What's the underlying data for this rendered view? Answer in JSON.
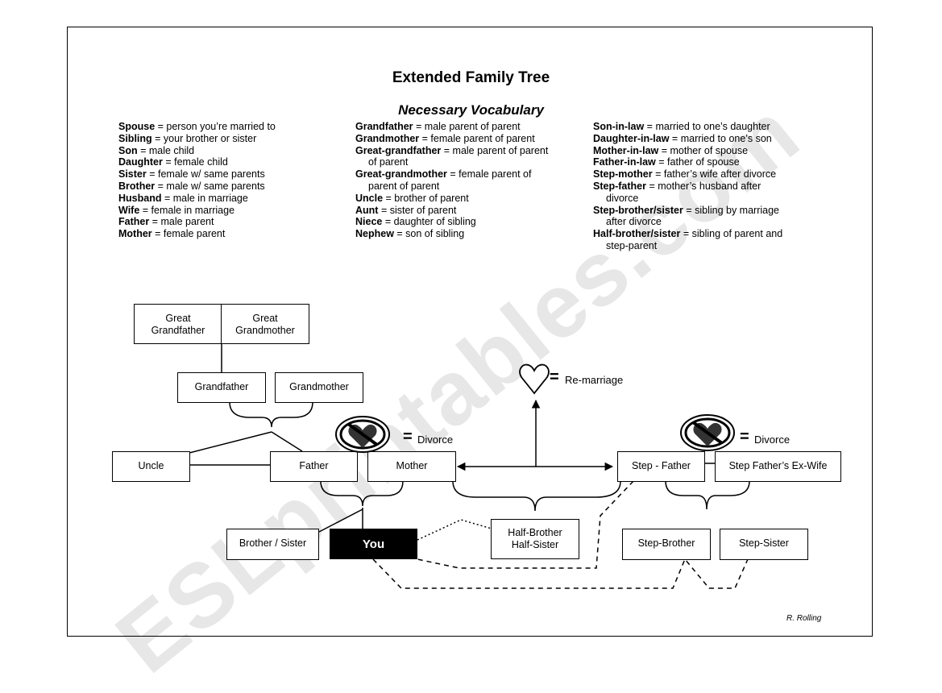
{
  "title": "Extended Family Tree",
  "subtitle": "Necessary Vocabulary",
  "vocab": {
    "col1": [
      {
        "term": "Spouse",
        "def": " = person you’re married to"
      },
      {
        "term": "Sibling",
        "def": " = your brother or sister"
      },
      {
        "term": "Son",
        "def": " = male child"
      },
      {
        "term": "Daughter",
        "def": " = female child"
      },
      {
        "term": "Sister",
        "def": " = female w/ same parents"
      },
      {
        "term": "Brother",
        "def": " = male w/ same parents"
      },
      {
        "term": "Husband",
        "def": " = male in marriage"
      },
      {
        "term": "Wife",
        "def": " = female in marriage"
      },
      {
        "term": "Father",
        "def": " = male parent"
      },
      {
        "term": "Mother",
        "def": " = female parent"
      }
    ],
    "col2": [
      {
        "term": "Grandfather",
        "def": " = male parent of parent",
        "cont": ""
      },
      {
        "term": "Grandmother",
        "def": " = female parent of parent",
        "cont": ""
      },
      {
        "term": "Great-grandfather",
        "def": " = male parent of parent",
        "cont": "of parent"
      },
      {
        "term": "Great-grandmother",
        "def": " = female parent of",
        "cont": "parent of parent"
      },
      {
        "term": "Uncle",
        "def": " = brother of parent",
        "cont": ""
      },
      {
        "term": "Aunt",
        "def": " = sister of parent",
        "cont": ""
      },
      {
        "term": "Niece",
        "def": " = daughter of sibling",
        "cont": ""
      },
      {
        "term": "Nephew",
        "def": " = son of sibling",
        "cont": ""
      }
    ],
    "col3": [
      {
        "term": "Son-in-law",
        "def": " = married to one’s daughter",
        "cont": ""
      },
      {
        "term": "Daughter-in-law",
        "def": " = married to one’s son",
        "cont": ""
      },
      {
        "term": "Mother-in-law",
        "def": " = mother of spouse",
        "cont": ""
      },
      {
        "term": "Father-in-law",
        "def": " = father of spouse",
        "cont": ""
      },
      {
        "term": "Step-mother",
        "def": " = father’s wife after divorce",
        "cont": ""
      },
      {
        "term": "Step-father",
        "def": " = mother’s husband after",
        "cont": "divorce"
      },
      {
        "term": "Step-brother/sister",
        "def": " = sibling by marriage",
        "cont": "after divorce"
      },
      {
        "term": "Half-brother/sister",
        "def": " = sibling of parent and",
        "cont": "step-parent"
      }
    ]
  },
  "tree": {
    "great_grandfather": "Great\nGrandfather",
    "great_grandmother": "Great\nGrandmother",
    "grandfather": "Grandfather",
    "grandmother": "Grandmother",
    "uncle": "Uncle",
    "father": "Father",
    "mother": "Mother",
    "brother_sister": "Brother / Sister",
    "you": "You",
    "half_sibling": "Half-Brother\nHalf-Sister",
    "step_father": "Step - Father",
    "step_father_ex_wife": "Step Father’s Ex-Wife",
    "step_brother": "Step-Brother",
    "step_sister": "Step-Sister"
  },
  "legend": {
    "equals": "=",
    "remarriage": "Re-marriage",
    "divorce": "Divorce",
    "heart_icon": "heart-outline-icon",
    "divorce_icon": "broken-heart-prohibited-icon"
  },
  "author": "R. Rolling",
  "watermark": "ESLprintables.com"
}
